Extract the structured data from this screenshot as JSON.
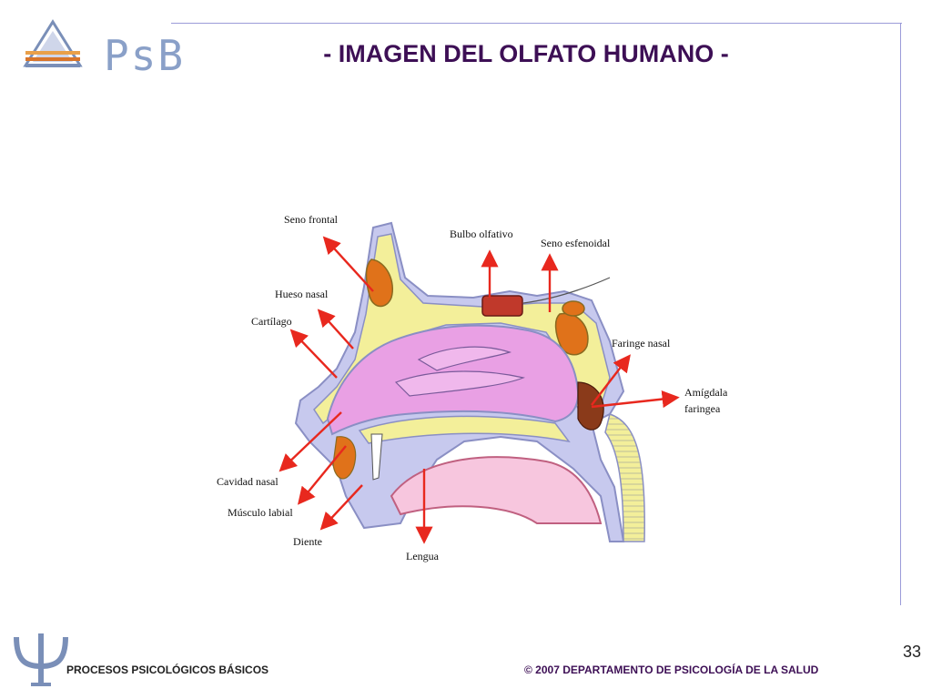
{
  "header": {
    "logo_text": "PsB",
    "title": "- IMAGEN DEL OLFATO HUMANO -"
  },
  "diagram": {
    "labels": {
      "seno_frontal": "Seno frontal",
      "bulbo_olfativo": "Bulbo olfativo",
      "seno_esfenoidal": "Seno esfenoidal",
      "hueso_nasal": "Hueso nasal",
      "cartilago": "Cartílago",
      "faringe_nasal": "Faringe nasal",
      "amigdala_line1": "Amígdala",
      "amigdala_line2": "faringea",
      "cavidad_nasal": "Cavidad nasal",
      "musculo_labial": "Músculo labial",
      "diente": "Diente",
      "lengua": "Lengua"
    },
    "colors": {
      "arrow": "#e8281e",
      "mucosa": "#e9a0e4",
      "bone": "#f3ef9a",
      "outline": "#8a8fc4",
      "tissue": "#c7c9ee",
      "sinus": "#e0721a"
    }
  },
  "footer": {
    "left": "PROCESOS PSICOLÓGICOS BÁSICOS",
    "right": "© 2007 DEPARTAMENTO DE PSICOLOGÍA DE LA SALUD",
    "page_number": "33"
  }
}
